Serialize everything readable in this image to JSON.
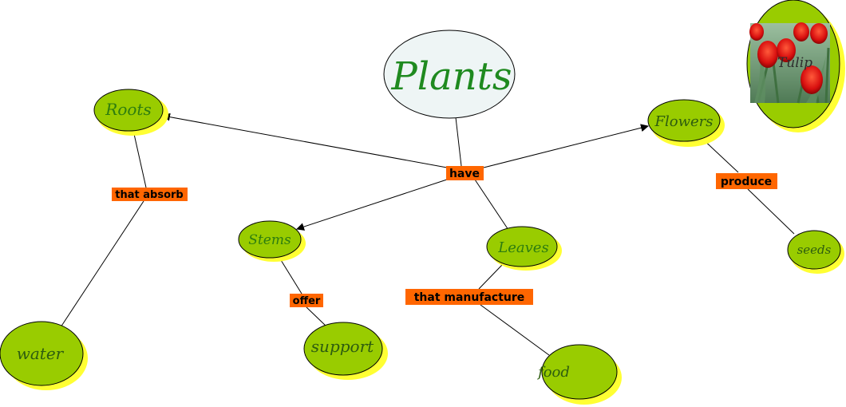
{
  "diagram": {
    "concepts": {
      "plants": "Plants",
      "roots": "Roots",
      "flowers": "Flowers",
      "stems": "Stems",
      "leaves": "Leaves",
      "water": "water",
      "support": "support",
      "food": "food",
      "seeds": "seeds",
      "tulip": "Tulip"
    },
    "linking_phrases": {
      "have": "have",
      "that_absorb": "that absorb",
      "produce": "produce",
      "offer": "offer",
      "that_manufacture": "that manufacture"
    },
    "colors": {
      "node_fill": "#99cc00",
      "node_shadow": "#ffff33",
      "root_fill": "#eef5f5",
      "label_fill": "#ff6600",
      "title_text": "#1f8a1f",
      "node_text": "#2e5d0f",
      "line": "#000000"
    }
  }
}
